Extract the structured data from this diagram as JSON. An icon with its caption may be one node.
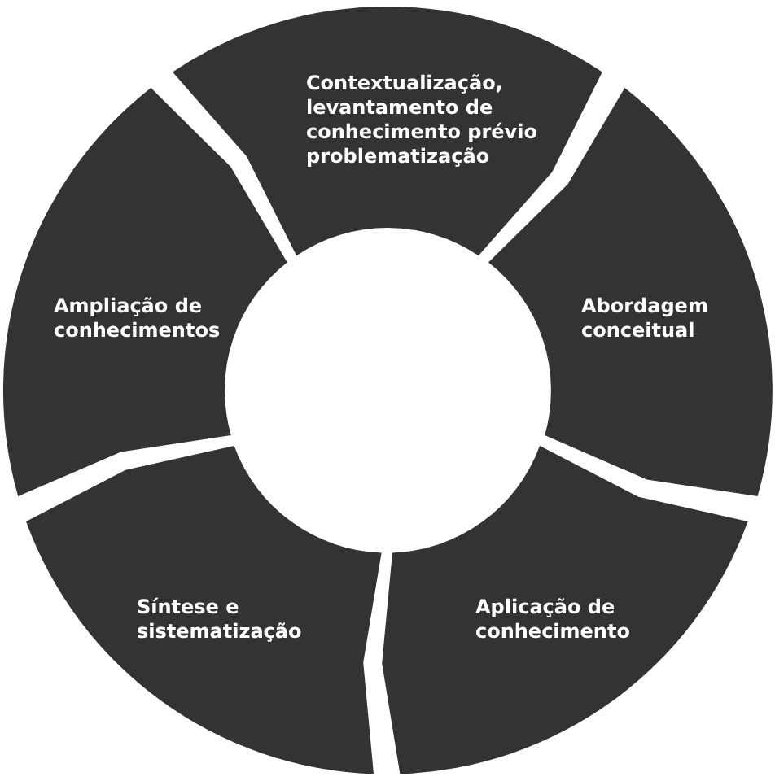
{
  "diagram": {
    "nodes": [
      {
        "text": [
          "Contextualização, levantamento de conhecimento prévio problematização"
        ]
      },
      {
        "text": [
          "Abordagem conceitual"
        ]
      },
      {
        "text": [
          "Aplicação de conhecimento"
        ]
      },
      {
        "text": [
          "Síntese e sistematização"
        ]
      },
      {
        "text": [
          "Ampliação de conhecimentos"
        ]
      }
    ]
  }
}
